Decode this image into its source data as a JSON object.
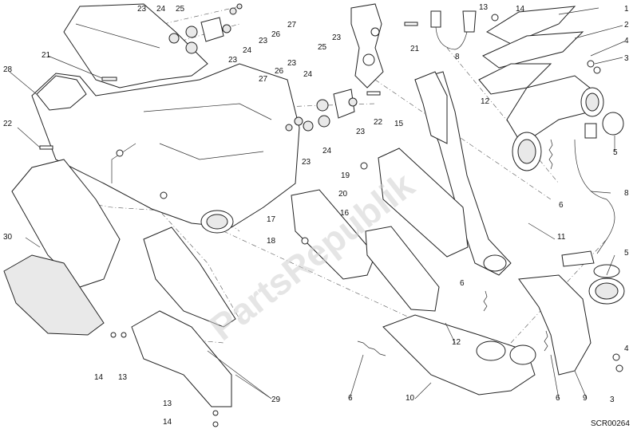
{
  "watermark": "PartsRepublik",
  "drawing_code": "SCR00264",
  "callouts": [
    "1",
    "2",
    "3",
    "4",
    "5",
    "6",
    "8",
    "9",
    "10",
    "11",
    "12",
    "13",
    "14",
    "15",
    "16",
    "17",
    "18",
    "19",
    "20",
    "21",
    "22",
    "23",
    "24",
    "25",
    "26",
    "27",
    "28",
    "29",
    "30"
  ]
}
